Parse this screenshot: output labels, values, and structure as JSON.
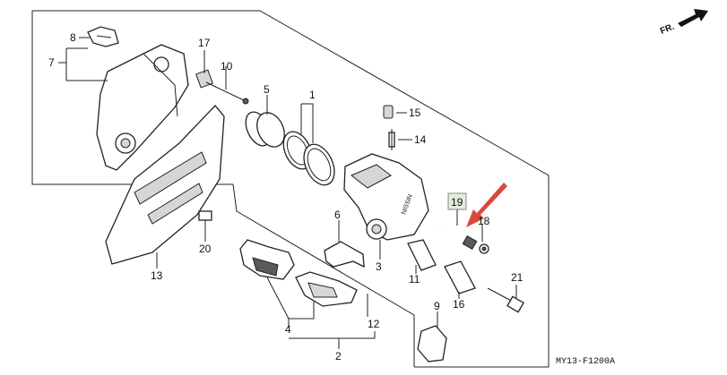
{
  "diagram_code": "MY13-F1200A",
  "front_indicator": "FR.",
  "highlight_color": "#d94a3a",
  "highlight_box_fill": "#e4ecd8",
  "callouts": {
    "c1": "1",
    "c2": "2",
    "c3": "3",
    "c4": "4",
    "c5": "5",
    "c6": "6",
    "c7": "7",
    "c8": "8",
    "c9": "9",
    "c10": "10",
    "c11": "11",
    "c12": "12",
    "c13": "13",
    "c14": "14",
    "c15": "15",
    "c16": "16",
    "c17": "17",
    "c18": "18",
    "c19": "19",
    "c20": "20",
    "c21": "21"
  },
  "highlighted_part": "19",
  "caliper_brand": "NISSIN"
}
